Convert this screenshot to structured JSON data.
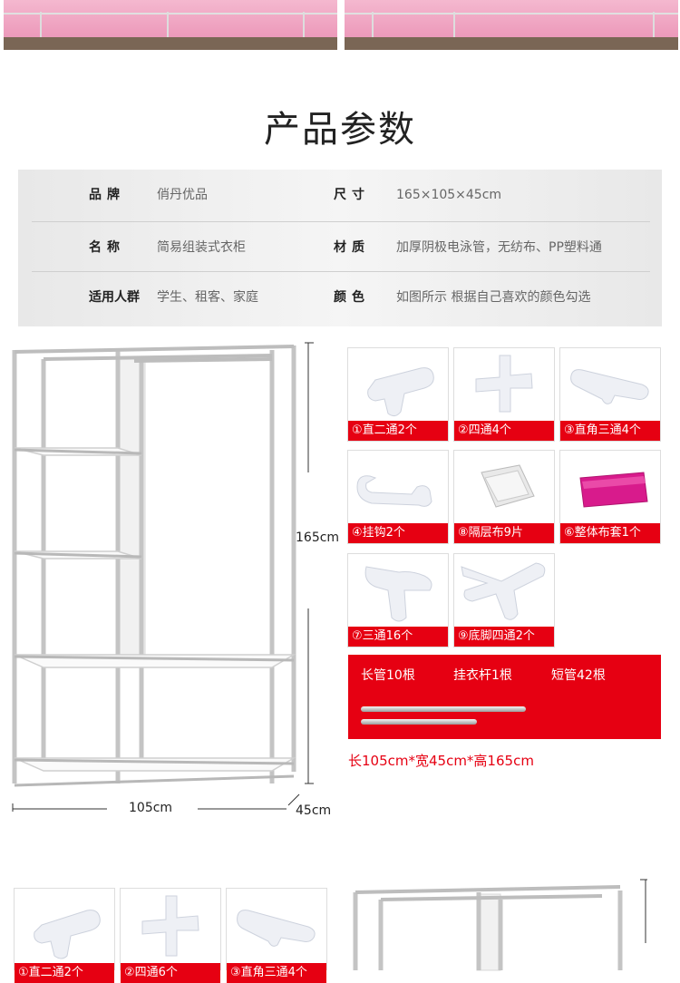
{
  "section_title": "产品参数",
  "params": {
    "rows": [
      {
        "label1": "品牌",
        "value1": "俏丹优品",
        "label2": "尺寸",
        "value2": "165×105×45cm"
      },
      {
        "label1": "名称",
        "value1": "简易组装式衣柜",
        "label2": "材质",
        "value2": "加厚阴极电泳管，无纺布、PP塑料通"
      },
      {
        "label1": "适用人群",
        "value1": "学生、租客、家庭",
        "label2": "颜色",
        "value2": "如图所示  根据自己喜欢的颜色勾选"
      }
    ]
  },
  "dimensions": {
    "height": "165cm",
    "width": "105cm",
    "depth": "45cm"
  },
  "parts": [
    {
      "caption": "①直二通2个",
      "icon": "straight-2way-connector-icon"
    },
    {
      "caption": "②四通4个",
      "icon": "4way-connector-icon"
    },
    {
      "caption": "③直角三通4个",
      "icon": "right-angle-3way-connector-icon"
    },
    {
      "caption": "④挂钩2个",
      "icon": "hook-icon"
    },
    {
      "caption": "⑧隔层布9片",
      "icon": "shelf-cloth-icon"
    },
    {
      "caption": "⑥整体布套1个",
      "icon": "fabric-cover-icon"
    },
    {
      "caption": "⑦三通16个",
      "icon": "3way-connector-icon"
    },
    {
      "caption": "⑨底脚四通2个",
      "icon": "foot-4way-connector-icon"
    }
  ],
  "tubes": {
    "long": "长管10根",
    "hanger": "挂衣杆1根",
    "short": "短管42根"
  },
  "size_note": "长105cm*宽45cm*高165cm",
  "bottom_parts": [
    {
      "caption": "①直二通2个",
      "icon": "straight-2way-connector-icon"
    },
    {
      "caption": "②四通6个",
      "icon": "4way-connector-icon"
    },
    {
      "caption": "③直角三通4个",
      "icon": "right-angle-3way-connector-icon"
    }
  ],
  "colors": {
    "accent": "#e60012",
    "cover": "#d81b8c"
  }
}
